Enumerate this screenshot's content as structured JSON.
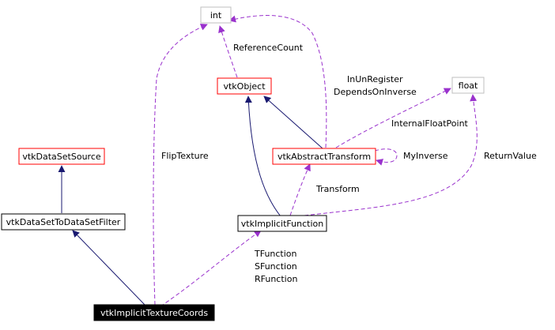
{
  "colors": {
    "inheritance_edge": "#191970",
    "usage_edge": "#9a32cd",
    "documented_border": "#ff0000",
    "undocumented_border": "#bfbfbf",
    "focus_fill": "#000000",
    "focus_text": "#ffffff",
    "node_text": "#000000"
  },
  "nodes": {
    "int": "int",
    "float": "float",
    "vtkObject": "vtkObject",
    "vtkAbstractTransform": "vtkAbstractTransform",
    "vtkDataSetSource": "vtkDataSetSource",
    "vtkDataSetToDataSetFilter": "vtkDataSetToDataSetFilter",
    "vtkImplicitFunction": "vtkImplicitFunction",
    "vtkImplicitTextureCoords": "vtkImplicitTextureCoords"
  },
  "edge_labels": {
    "reference_count": "ReferenceCount",
    "in_un_register": "InUnRegister",
    "depends_on_inverse": "DependsOnInverse",
    "internal_float_point": "InternalFloatPoint",
    "my_inverse": "MyInverse",
    "return_value": "ReturnValue",
    "flip_texture": "FlipTexture",
    "transform": "Transform",
    "t_function": "TFunction",
    "s_function": "SFunction",
    "r_function": "RFunction"
  }
}
